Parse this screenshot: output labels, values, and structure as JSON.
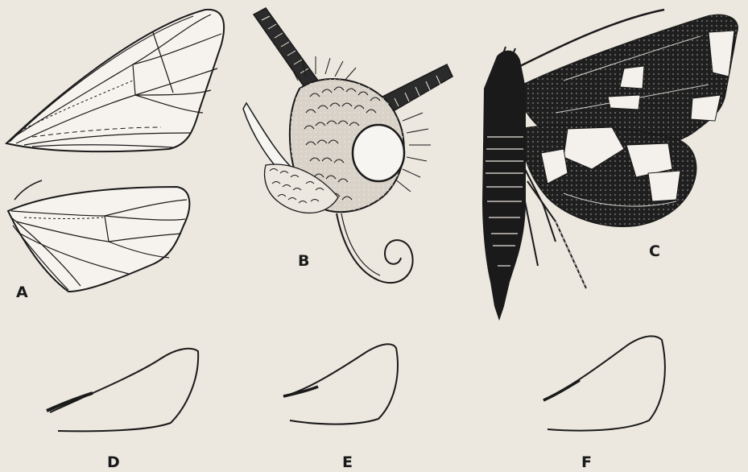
{
  "labels": {
    "a": "A",
    "b": "B",
    "c": "C",
    "d": "D",
    "e": "E",
    "f": "F"
  },
  "colors": {
    "paper": "#ece7df",
    "ink": "#1a1a1a",
    "light": "#f4f1ec"
  }
}
